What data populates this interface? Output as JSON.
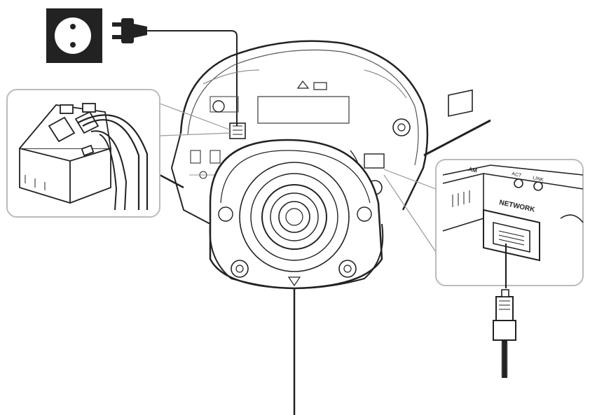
{
  "diagram": {
    "type": "installation-wiring-illustration",
    "labels": {
      "network_port": "NETWORK",
      "led_act": "ACT",
      "led_link": "LINK",
      "alarm_header": "AM"
    },
    "callouts": [
      {
        "id": "power-connector-detail",
        "target": "power-terminal"
      },
      {
        "id": "network-port-detail",
        "target": "rj45-port"
      }
    ],
    "colors": {
      "line": "#222222",
      "power_icon_bg": "#222222",
      "power_icon_fg": "#ffffff",
      "callout_border": "#bbbbbb",
      "background": "#ffffff"
    }
  }
}
